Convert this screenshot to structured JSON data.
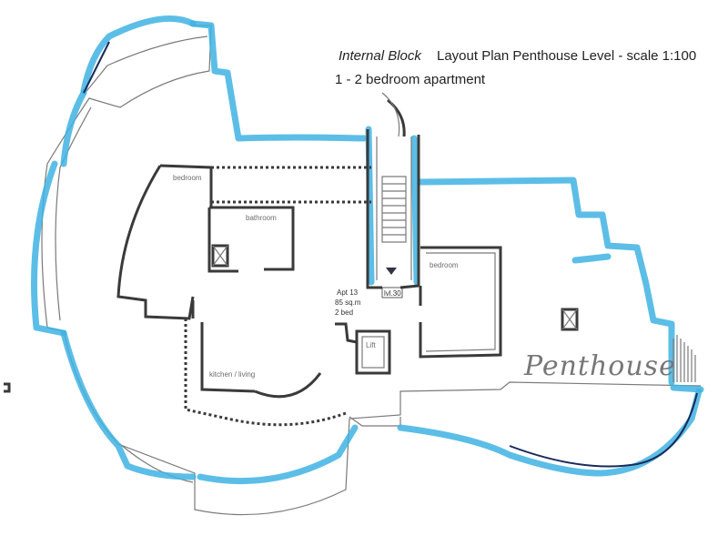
{
  "title": {
    "block": "Internal Block",
    "plan": "Layout Plan Penthouse Level - scale 1:100",
    "subtitle": "1 - 2 bedroom apartment"
  },
  "rooms": {
    "bedroom_left": "bedroom",
    "bathroom": "bathroom",
    "bedroom_right": "bedroom",
    "kitchen_living": "kitchen / living",
    "lift": "Lift"
  },
  "apartment": {
    "number": "Apt 13",
    "area": "85 sq.m",
    "beds": "2 bed",
    "level": "lvl.30"
  },
  "annotation": {
    "handwritten": "Penthouse"
  },
  "colors": {
    "highlight": "#3fb3e3",
    "wall": "#3a3a3a"
  }
}
